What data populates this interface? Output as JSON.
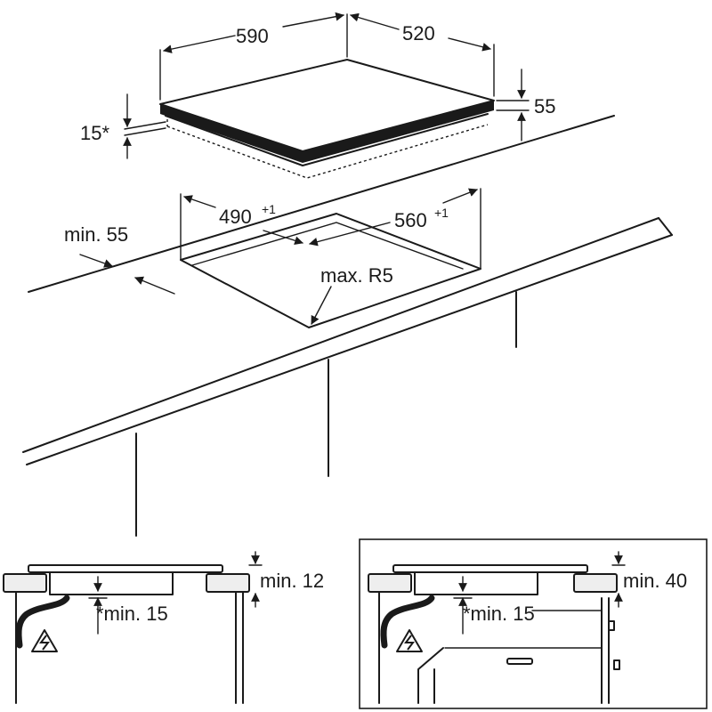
{
  "labels": {
    "width_590": "590",
    "depth_520": "520",
    "thickness_55": "55",
    "edge_15": "15*",
    "cutout_490": "490",
    "cutout_490_tol": "+1",
    "cutout_560": "560",
    "cutout_560_tol": "+1",
    "min_55": "min. 55",
    "max_r5": "max. R5",
    "left_min_12": "min. 12",
    "left_min_15": "*min. 15",
    "right_min_40": "min. 40",
    "right_min_15": "*min. 15"
  },
  "icons": {
    "warning": "electrical-hazard-warning-icon"
  }
}
